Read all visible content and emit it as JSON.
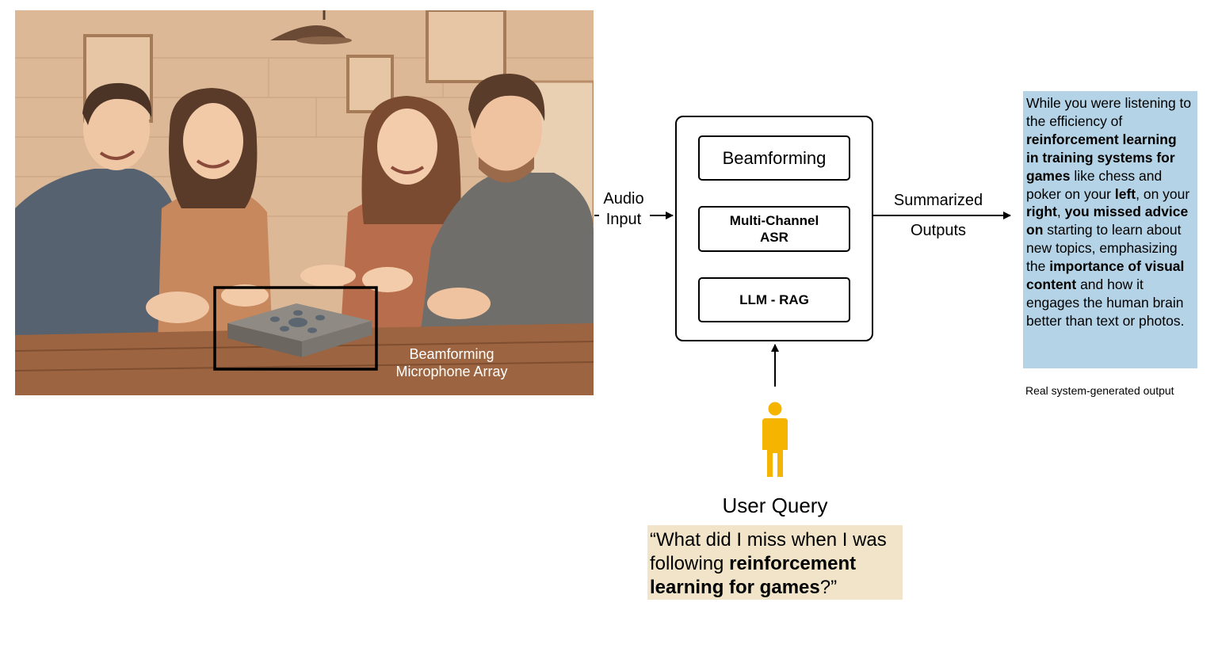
{
  "scene": {
    "caption_line1": "Beamforming",
    "caption_line2": "Microphone Array"
  },
  "diagram": {
    "input_label_line1": "Audio",
    "input_label_line2": "Input",
    "modules": {
      "beamforming": "Beamforming",
      "asr_line1": "Multi-Channel",
      "asr_line2": "ASR",
      "llm": "LLM - RAG"
    },
    "output_label_line1": "Summarized",
    "output_label_line2": "Outputs",
    "user_query_label": "User Query"
  },
  "query": {
    "text_1": "“What did I miss when I was following ",
    "bold_1": "reinforcement learning for games",
    "text_2": "?”"
  },
  "output": {
    "t1": "While you were listening to the efficiency of ",
    "b1": "reinforcement learning in training systems for games",
    "t2": " like chess and poker on your ",
    "b2": "left",
    "t3": ", on your ",
    "b3": "right",
    "t4": ", ",
    "b4": "you missed advice on",
    "t5": " starting to learn about new topics, emphasizing the ",
    "b5": "importance of visual content",
    "t6": " and how it engages the human brain better than text or photos.",
    "caption": "Real system-generated output"
  },
  "colors": {
    "output_bg": "#b5d3e6",
    "query_bg": "#f1e4c8",
    "person_icon": "#f4b400",
    "scene_tone": "#c89a72"
  }
}
